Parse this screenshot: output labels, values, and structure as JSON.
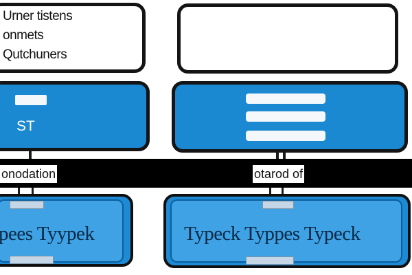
{
  "top_left_box": {
    "lines": [
      "Urner tistens",
      "onmets",
      "Qutchuners"
    ]
  },
  "mid_left_box": {
    "label": "ST"
  },
  "band": {
    "left_label": "onodation",
    "right_label": "otarod of"
  },
  "cards": {
    "left_text": "pees Tyypek",
    "right_text": "Typeck Typpes Typeck"
  },
  "colors": {
    "blue": "#1b88d2",
    "border": "#141414",
    "band": "#000000"
  }
}
